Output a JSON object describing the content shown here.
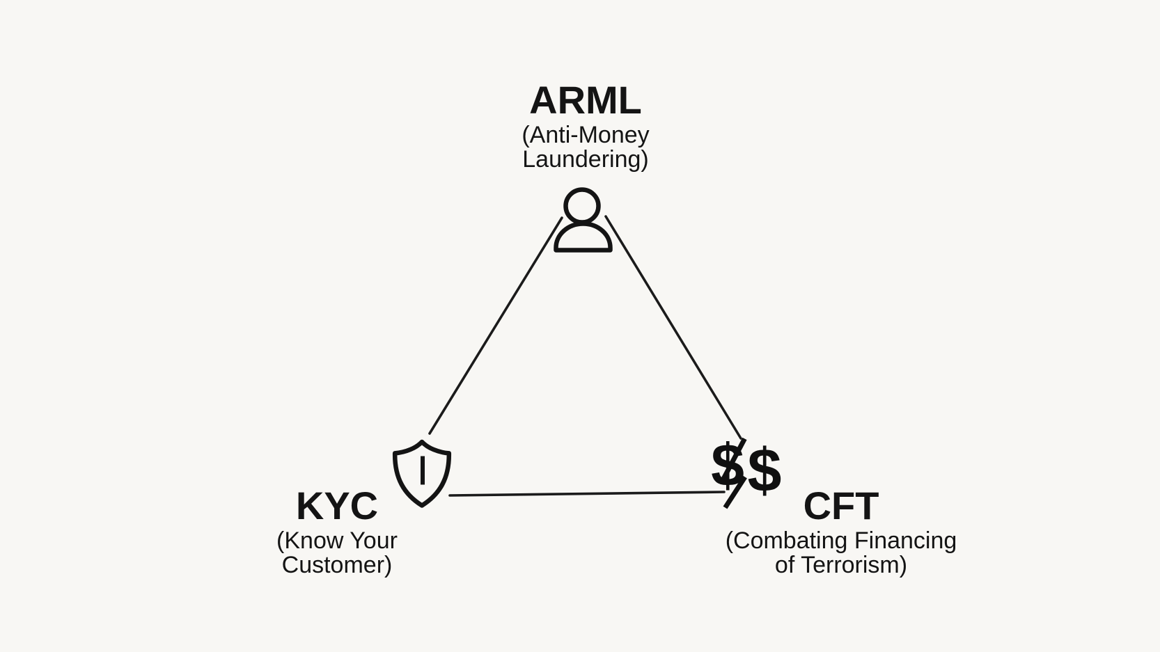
{
  "diagram": {
    "type": "triangle-relationship",
    "background_color": "#f8f7f4",
    "ink_color": "#141414",
    "nodes": {
      "aml": {
        "acronym": "ARML",
        "sub_line1": "(Anti-Money",
        "sub_line2": "Laundering)",
        "icon": "person-icon",
        "position": "top-center"
      },
      "kyc": {
        "acronym": "KYC",
        "sub_line1": "(Know Your",
        "sub_line2": "Customer)",
        "icon": "shield-icon",
        "position": "bottom-left"
      },
      "cft": {
        "acronym": "CFT",
        "sub_line1": "(Combating Financing",
        "sub_line2": "of Terrorism)",
        "icon": "crossed-dollars-icon",
        "position": "bottom-right"
      }
    },
    "connections": [
      {
        "from": "aml",
        "to": "kyc"
      },
      {
        "from": "aml",
        "to": "cft"
      },
      {
        "from": "kyc",
        "to": "cft"
      }
    ],
    "icons": {
      "dollar_symbol": "$"
    }
  }
}
